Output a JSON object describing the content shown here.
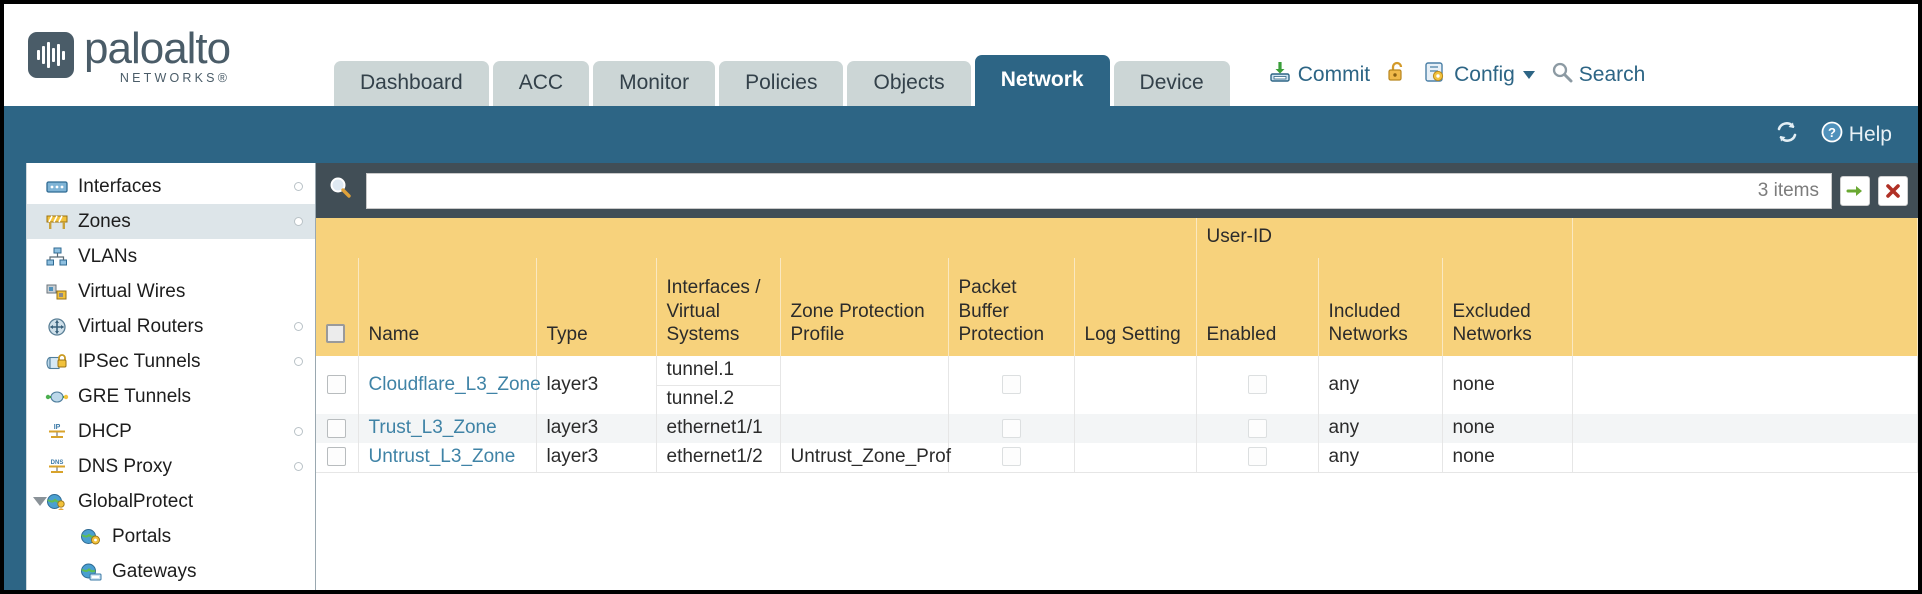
{
  "brand": {
    "name": "paloalto",
    "sub": "NETWORKS",
    "registered": "®",
    "logo_icon": "paloalto-logo-icon"
  },
  "header": {
    "tabs": [
      {
        "label": "Dashboard",
        "active": false
      },
      {
        "label": "ACC",
        "active": false
      },
      {
        "label": "Monitor",
        "active": false
      },
      {
        "label": "Policies",
        "active": false
      },
      {
        "label": "Objects",
        "active": false
      },
      {
        "label": "Network",
        "active": true
      },
      {
        "label": "Device",
        "active": false
      }
    ],
    "actions": {
      "commit_label": "Commit",
      "commit_icon": "commit-save-icon",
      "lock_icon": "padlock-open-icon",
      "config_label": "Config",
      "config_icon": "config-key-icon",
      "config_caret": "chevron-down-icon",
      "search_label": "Search",
      "search_icon": "magnifier-icon"
    },
    "accent_color": "#2d6585",
    "tab_inactive_color": "#ccd6d6"
  },
  "utilitybar": {
    "refresh_icon": "refresh-icon",
    "help_label": "Help",
    "help_icon": "help-question-icon"
  },
  "sidebar": {
    "items": [
      {
        "label": "Interfaces",
        "icon": "interfaces-icon",
        "selected": false,
        "dot": true,
        "child": false,
        "expander": false
      },
      {
        "label": "Zones",
        "icon": "zones-barrier-icon",
        "selected": true,
        "dot": true,
        "child": false,
        "expander": false
      },
      {
        "label": "VLANs",
        "icon": "vlans-icon",
        "selected": false,
        "dot": false,
        "child": false,
        "expander": false
      },
      {
        "label": "Virtual Wires",
        "icon": "virtual-wires-icon",
        "selected": false,
        "dot": false,
        "child": false,
        "expander": false
      },
      {
        "label": "Virtual Routers",
        "icon": "virtual-routers-icon",
        "selected": false,
        "dot": true,
        "child": false,
        "expander": false
      },
      {
        "label": "IPSec Tunnels",
        "icon": "ipsec-tunnels-icon",
        "selected": false,
        "dot": true,
        "child": false,
        "expander": false
      },
      {
        "label": "GRE Tunnels",
        "icon": "gre-tunnels-icon",
        "selected": false,
        "dot": false,
        "child": false,
        "expander": false
      },
      {
        "label": "DHCP",
        "icon": "dhcp-icon",
        "selected": false,
        "dot": true,
        "child": false,
        "expander": false
      },
      {
        "label": "DNS Proxy",
        "icon": "dns-proxy-icon",
        "selected": false,
        "dot": true,
        "child": false,
        "expander": false
      },
      {
        "label": "GlobalProtect",
        "icon": "globalprotect-icon",
        "selected": false,
        "dot": false,
        "child": false,
        "expander": true
      },
      {
        "label": "Portals",
        "icon": "portals-icon",
        "selected": false,
        "dot": false,
        "child": true,
        "expander": false
      },
      {
        "label": "Gateways",
        "icon": "gateways-icon",
        "selected": false,
        "dot": false,
        "child": true,
        "expander": false
      }
    ]
  },
  "search": {
    "value": "",
    "placeholder": "",
    "icon": "magnifier-icon",
    "item_count": "3 items",
    "apply_icon": "green-arrow-right-icon",
    "clear_icon": "red-x-icon"
  },
  "table": {
    "group_headers": [
      {
        "label": "User-ID",
        "span": 3
      }
    ],
    "columns": [
      "Name",
      "Type",
      "Interfaces / Virtual Systems",
      "Zone Protection Profile",
      "Packet Buffer Protection",
      "Log Setting",
      "Enabled",
      "Included Networks",
      "Excluded Networks"
    ],
    "header_bg": "#f7d27c",
    "group_bg": "#e0b451",
    "rows": [
      {
        "selected": false,
        "name": "Cloudflare_L3_Zone",
        "type": "layer3",
        "interfaces": [
          "tunnel.1",
          "tunnel.2"
        ],
        "zone_protection_profile": "",
        "packet_buffer_protection": false,
        "log_setting": "",
        "userid_enabled": false,
        "included_networks": "any",
        "excluded_networks": "none"
      },
      {
        "selected": false,
        "name": "Trust_L3_Zone",
        "type": "layer3",
        "interfaces": [
          "ethernet1/1"
        ],
        "zone_protection_profile": "",
        "packet_buffer_protection": false,
        "log_setting": "",
        "userid_enabled": false,
        "included_networks": "any",
        "excluded_networks": "none"
      },
      {
        "selected": false,
        "name": "Untrust_L3_Zone",
        "type": "layer3",
        "interfaces": [
          "ethernet1/2"
        ],
        "zone_protection_profile": "Untrust_Zone_Prof",
        "packet_buffer_protection": false,
        "log_setting": "",
        "userid_enabled": false,
        "included_networks": "any",
        "excluded_networks": "none"
      }
    ]
  }
}
